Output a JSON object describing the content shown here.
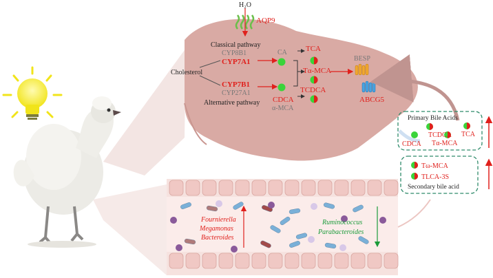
{
  "labels": {
    "water": "H₂O",
    "aqp9": "AQP9",
    "classical_pathway": "Classical pathway",
    "cyp8b1": "CYP8B1",
    "cyp7a1": "CYP7A1",
    "cholesterol": "Cholesterol",
    "cyp7b1": "CYP7B1",
    "cyp27a1": "CYP27A1",
    "alternative_pathway": "Alternative pathway",
    "ca": "CA",
    "cdca": "CDCA",
    "alpha_mca": "α-MCA",
    "tca": "TCA",
    "talpha_mca": "Tα-MCA",
    "tcdca": "TCDCA",
    "besp": "BESP",
    "abcg5": "ABCG5"
  },
  "primary_box": {
    "title": "Primary  Bile Acids",
    "items": [
      "TCDCA",
      "TCA",
      "CDCA",
      "Tα-MCA"
    ]
  },
  "secondary_box": {
    "title": "Secondary bile acid",
    "items": [
      "Tω-MCA",
      "TLCA-3S"
    ]
  },
  "intestine": {
    "increased": [
      "Fournierella",
      "Megamonas",
      "Bacteroides"
    ],
    "decreased": [
      "Ruminococcus",
      "Parabacteroides"
    ]
  },
  "colors": {
    "liver": "#d9aaa4",
    "red_text": "#e0201c",
    "green_bacteria": "#1a9b3a",
    "dashed_box": "#2e8a6a",
    "bulb": "#f3e81a"
  },
  "icons": [
    "light-bulb-icon",
    "chicken-icon",
    "water-channel-icon",
    "transporter-icon",
    "bacteria-icon"
  ]
}
